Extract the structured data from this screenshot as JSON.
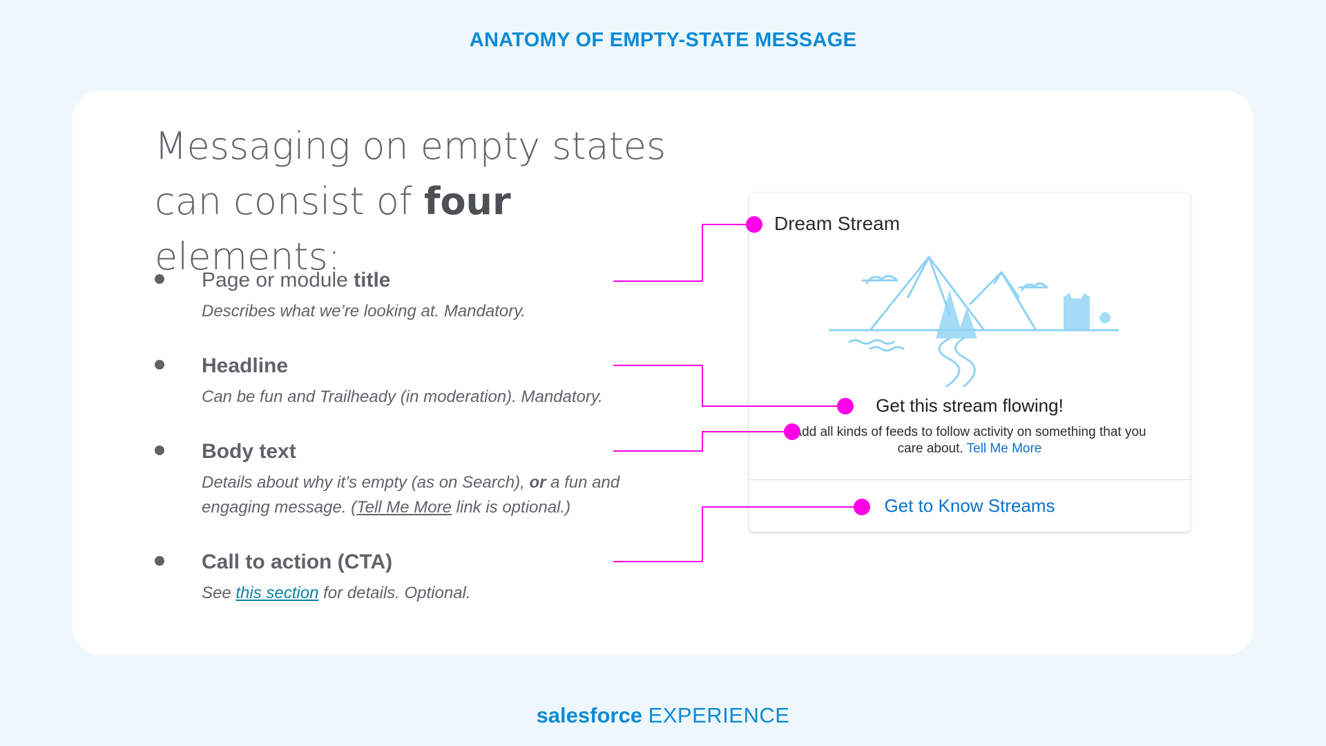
{
  "header": {
    "title": "ANATOMY OF EMPTY-STATE MESSAGE"
  },
  "intro": {
    "line1": "Messaging on empty states",
    "line2_before": "can consist of ",
    "line2_bold": "four",
    "line2_after": " elements:"
  },
  "items": [
    {
      "title_plain": "Page or module ",
      "title_bold": "title",
      "desc": "Describes what we’re looking at. Mandatory."
    },
    {
      "title_plain": "",
      "title_bold": "Headline",
      "desc": "Can be fun and Trailheady (in moderation). Mandatory."
    },
    {
      "title_plain": "",
      "title_bold": "Body text",
      "desc_part1": "Details about why it’s empty (as on Search), ",
      "desc_bold": "or",
      "desc_part2": " a fun and engaging message.  (",
      "desc_underline": "Tell Me More",
      "desc_part3": " link is optional.)"
    },
    {
      "title_plain": "",
      "title_bold": "Call to action (CTA)",
      "desc_part1": "See ",
      "desc_link": "this section",
      "desc_part2": " for details. Optional."
    }
  ],
  "card": {
    "title": "Dream Stream",
    "headline": "Get this stream flowing!",
    "body": "Add all kinds of feeds to follow activity on something that you care about.",
    "body_link": "Tell Me More",
    "cta": "Get to Know Streams"
  },
  "footer": {
    "brand": "salesforce",
    "suffix": "EXPERIENCE"
  },
  "colors": {
    "accent_blue": "#0b8ad6",
    "connector_magenta": "#ff00e6",
    "link_blue": "#0b72d0",
    "illustration_blue": "#8fd3f4"
  }
}
